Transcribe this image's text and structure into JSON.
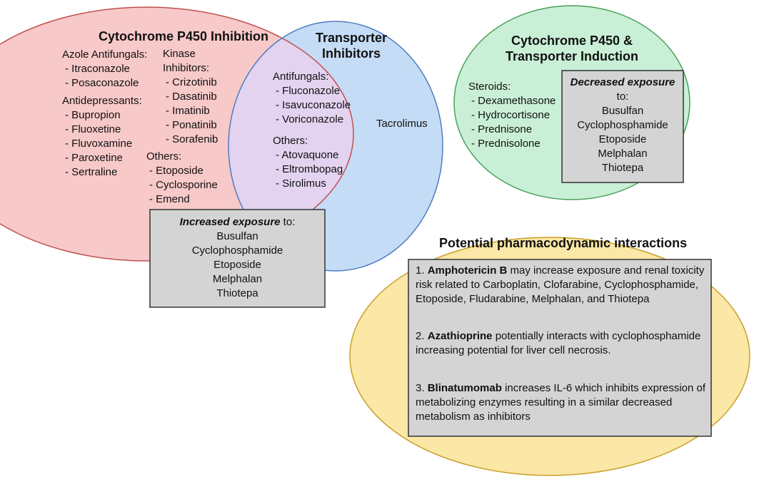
{
  "cyp_inhibition": {
    "title": "Cytochrome P450 Inhibition",
    "azole": {
      "heading": "Azole Antifungals:",
      "items": [
        "- Itraconazole",
        "- Posaconazole"
      ]
    },
    "antidep": {
      "heading": "Antidepressants:",
      "items": [
        "- Bupropion",
        "- Fluoxetine",
        "- Fluvoxamine",
        "- Paroxetine",
        "- Sertraline"
      ]
    },
    "kinase": {
      "heading": [
        "Kinase",
        "Inhibitors:"
      ],
      "items": [
        "- Crizotinib",
        "- Dasatinib",
        "- Imatinib",
        "- Ponatinib",
        "- Sorafenib"
      ]
    },
    "others": {
      "heading": "Others:",
      "items": [
        "- Etoposide",
        "- Cyclosporine",
        "- Emend"
      ]
    }
  },
  "transporter": {
    "title": [
      "Transporter",
      "Inhibitors"
    ],
    "only_item": "Tacrolimus"
  },
  "overlap": {
    "antifungals": {
      "heading": "Antifungals:",
      "items": [
        "- Fluconazole",
        "- Isavuconazole",
        "- Voriconazole"
      ]
    },
    "others": {
      "heading": "Others:",
      "items": [
        "- Atovaquone",
        "- Eltrombopag",
        "- Sirolimus"
      ]
    }
  },
  "increased_box": {
    "emph": "Increased exposure",
    "suffix": " to:",
    "drugs": [
      "Busulfan",
      "Cyclophosphamide",
      "Etoposide",
      "Melphalan",
      "Thiotepa"
    ]
  },
  "induction": {
    "title": [
      "Cytochrome P450 &",
      "Transporter Induction"
    ],
    "steroids": {
      "heading": "Steroids:",
      "items": [
        "- Dexamethasone",
        "- Hydrocortisone",
        "- Prednisone",
        "- Prednisolone"
      ]
    }
  },
  "decreased_box": {
    "emph": "Decreased exposure",
    "suffix": "to:",
    "drugs": [
      "Busulfan",
      "Cyclophosphamide",
      "Etoposide",
      "Melphalan",
      "Thiotepa"
    ]
  },
  "pd": {
    "title": "Potential pharmacodynamic interactions",
    "items": [
      {
        "num": "1. ",
        "drug": "Amphotericin B",
        "text": " may increase exposure and renal toxicity risk related to Carboplatin, Clofarabine, Cyclophosphamide, Etoposide, Fludarabine, Melphalan, and Thiotepa"
      },
      {
        "num": "2. ",
        "drug": "Azathioprine",
        "text": " potentially interacts with cyclophosphamide increasing potential for liver cell necrosis."
      },
      {
        "num": "3. ",
        "drug": "Blinatumomab",
        "text": " increases IL-6 which inhibits expression of metabolizing enzymes resulting in a similar decreased metabolism as inhibitors"
      }
    ]
  },
  "colors": {
    "cyp_fill": "#f8c9c9",
    "cyp_stroke": "#c0504d",
    "transporter_fill": "#c5dcf6",
    "transporter_stroke": "#4f7cc0",
    "overlap_fill": "#e3d3f0",
    "induction_fill": "#c9f0d6",
    "induction_stroke": "#4aa05a",
    "pd_fill": "#fbe7a6",
    "pd_stroke": "#c8a02a",
    "box_fill": "#d4d4d4",
    "box_stroke": "#333333"
  }
}
